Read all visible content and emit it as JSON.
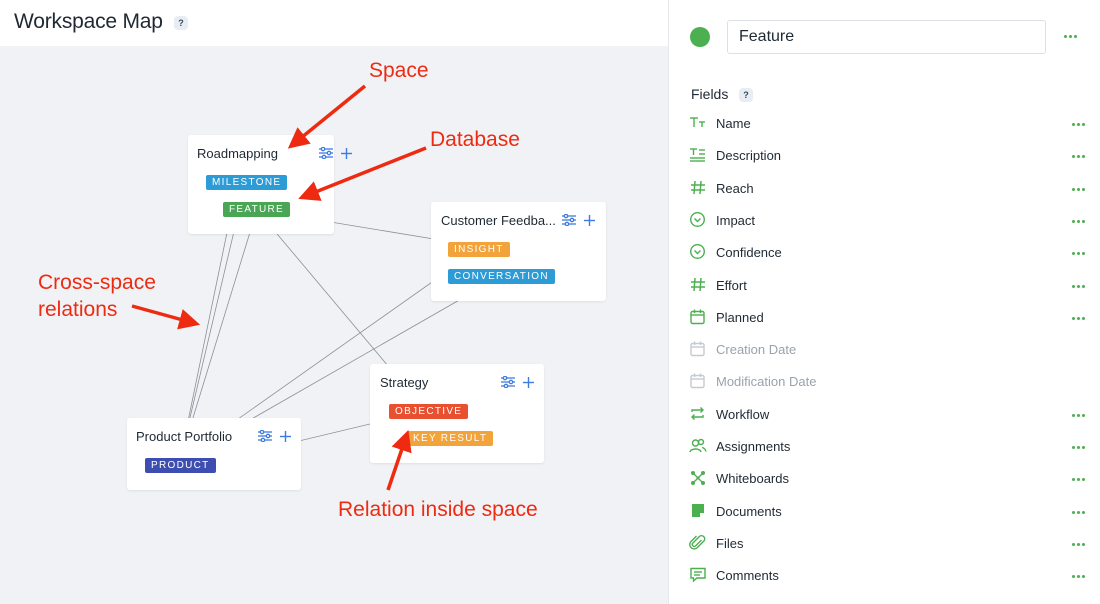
{
  "map": {
    "title": "Workspace Map",
    "help": "?"
  },
  "spaces": [
    {
      "name": "Roadmapping",
      "databases": [
        {
          "label": "MILESTONE",
          "color": "#2d9bd6"
        },
        {
          "label": "FEATURE",
          "color": "#4aa655"
        }
      ]
    },
    {
      "name": "Customer Feedba...",
      "databases": [
        {
          "label": "INSIGHT",
          "color": "#f2a33a"
        },
        {
          "label": "CONVERSATION",
          "color": "#2d9bd6"
        }
      ]
    },
    {
      "name": "Strategy",
      "databases": [
        {
          "label": "OBJECTIVE",
          "color": "#e8502f"
        },
        {
          "label": "KEY RESULT",
          "color": "#f2a33a"
        }
      ]
    },
    {
      "name": "Product Portfolio",
      "databases": [
        {
          "label": "PRODUCT",
          "color": "#3e4eb0"
        }
      ]
    }
  ],
  "annotations": {
    "space": "Space",
    "database": "Database",
    "cross_space_line1": "Cross-space",
    "cross_space_line2": "relations",
    "inside_space": "Relation inside space"
  },
  "panel": {
    "color": "#4caf50",
    "name_value": "Feature",
    "fields_heading": "Fields",
    "fields_help": "?",
    "fields": [
      {
        "label": "Name",
        "icon": "text-type-icon",
        "menu": true
      },
      {
        "label": "Description",
        "icon": "rich-text-icon",
        "menu": true
      },
      {
        "label": "Reach",
        "icon": "number-icon",
        "menu": true
      },
      {
        "label": "Impact",
        "icon": "select-circle-icon",
        "menu": true
      },
      {
        "label": "Confidence",
        "icon": "select-circle-icon",
        "menu": true
      },
      {
        "label": "Effort",
        "icon": "number-icon",
        "menu": true
      },
      {
        "label": "Planned",
        "icon": "calendar-icon",
        "menu": true
      },
      {
        "label": "Creation Date",
        "icon": "calendar-icon",
        "menu": false
      },
      {
        "label": "Modification Date",
        "icon": "calendar-icon",
        "menu": false
      },
      {
        "label": "Workflow",
        "icon": "workflow-icon",
        "menu": true
      },
      {
        "label": "Assignments",
        "icon": "people-icon",
        "menu": true
      },
      {
        "label": "Whiteboards",
        "icon": "whiteboard-icon",
        "menu": true
      },
      {
        "label": "Documents",
        "icon": "document-icon",
        "menu": true
      },
      {
        "label": "Files",
        "icon": "paperclip-icon",
        "menu": true
      },
      {
        "label": "Comments",
        "icon": "comment-icon",
        "menu": true
      }
    ]
  },
  "colors": {
    "accent": "#4caf50",
    "annotation": "#ee2b10",
    "canvas": "#f0f2f6",
    "tool_blue": "#3d7be0"
  }
}
